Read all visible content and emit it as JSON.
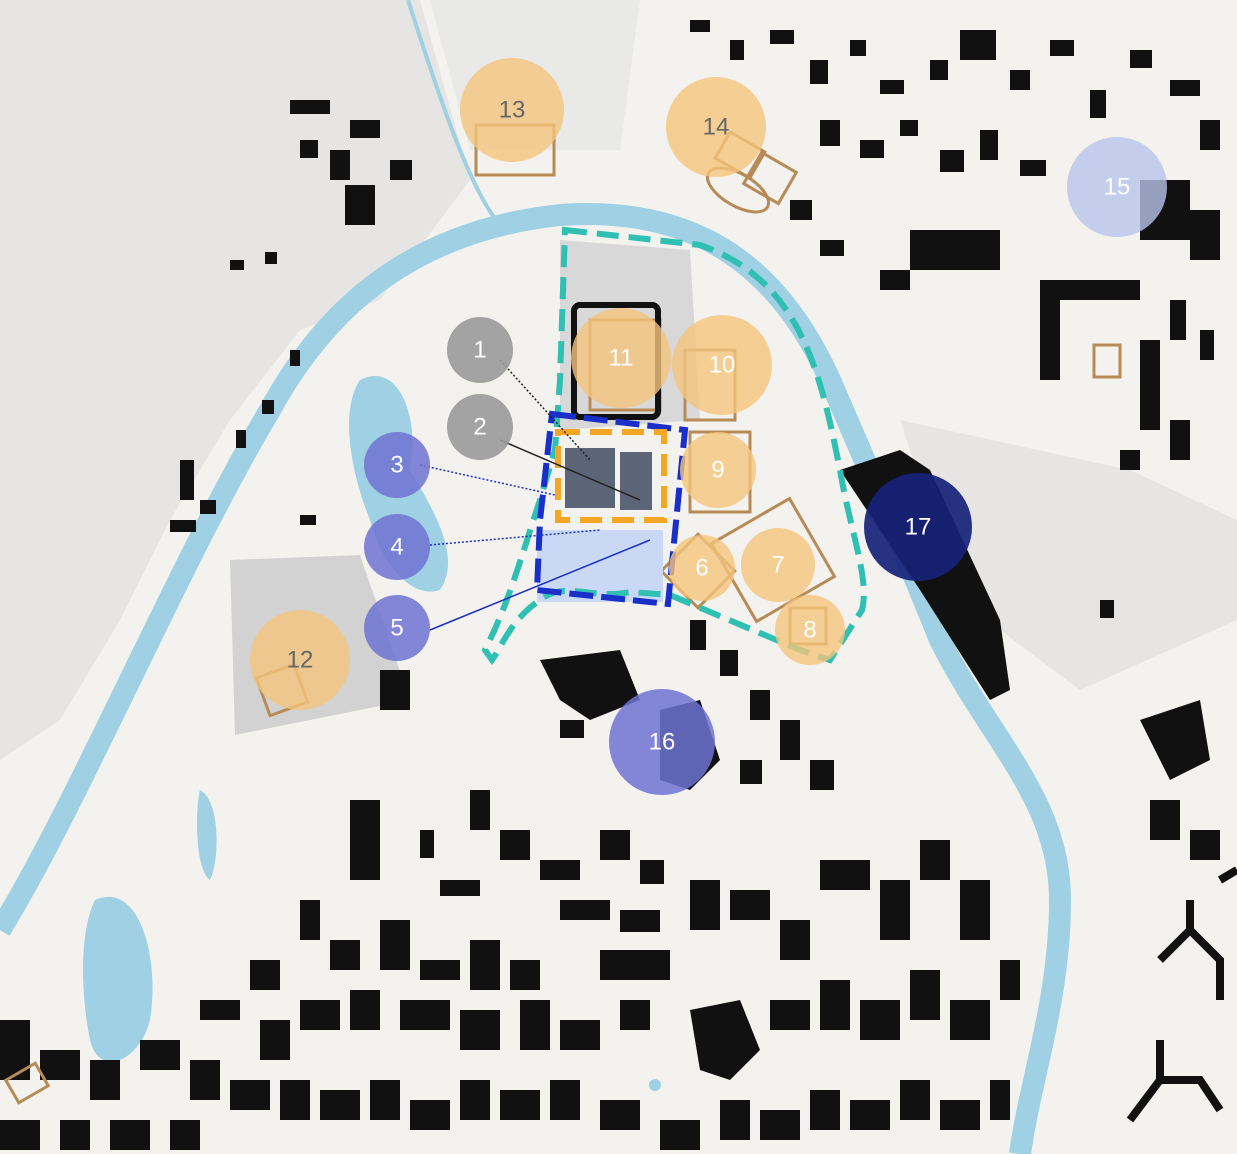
{
  "colors": {
    "background": "#f3f2ef",
    "land": "#e6e5e3",
    "river": "#9fd0e3",
    "building": "#111111",
    "sport_marker": "#f4c47c",
    "culture_marker": "#6f73d2",
    "culture_marker_light": "#b8c3ea",
    "culture_marker_dark": "#16227a",
    "grey_marker": "#9a9a9a",
    "boundary_teal": "#2fbfb3",
    "boundary_blue": "#1a2ec8",
    "boundary_orange": "#f5a623"
  },
  "markers": [
    {
      "id": "1",
      "label": "1",
      "category": "grey"
    },
    {
      "id": "2",
      "label": "2",
      "category": "grey"
    },
    {
      "id": "3",
      "label": "3",
      "category": "culture"
    },
    {
      "id": "4",
      "label": "4",
      "category": "culture"
    },
    {
      "id": "5",
      "label": "5",
      "category": "culture"
    },
    {
      "id": "6",
      "label": "6",
      "category": "sport"
    },
    {
      "id": "7",
      "label": "7",
      "category": "sport"
    },
    {
      "id": "8",
      "label": "8",
      "category": "sport"
    },
    {
      "id": "9",
      "label": "9",
      "category": "sport"
    },
    {
      "id": "10",
      "label": "10",
      "category": "sport"
    },
    {
      "id": "11",
      "label": "11",
      "category": "sport"
    },
    {
      "id": "12",
      "label": "12",
      "category": "sport"
    },
    {
      "id": "13",
      "label": "13",
      "category": "sport"
    },
    {
      "id": "14",
      "label": "14",
      "category": "sport"
    },
    {
      "id": "15",
      "label": "15",
      "category": "culture-light"
    },
    {
      "id": "16",
      "label": "16",
      "category": "culture"
    },
    {
      "id": "17",
      "label": "17",
      "category": "culture-dark"
    }
  ]
}
